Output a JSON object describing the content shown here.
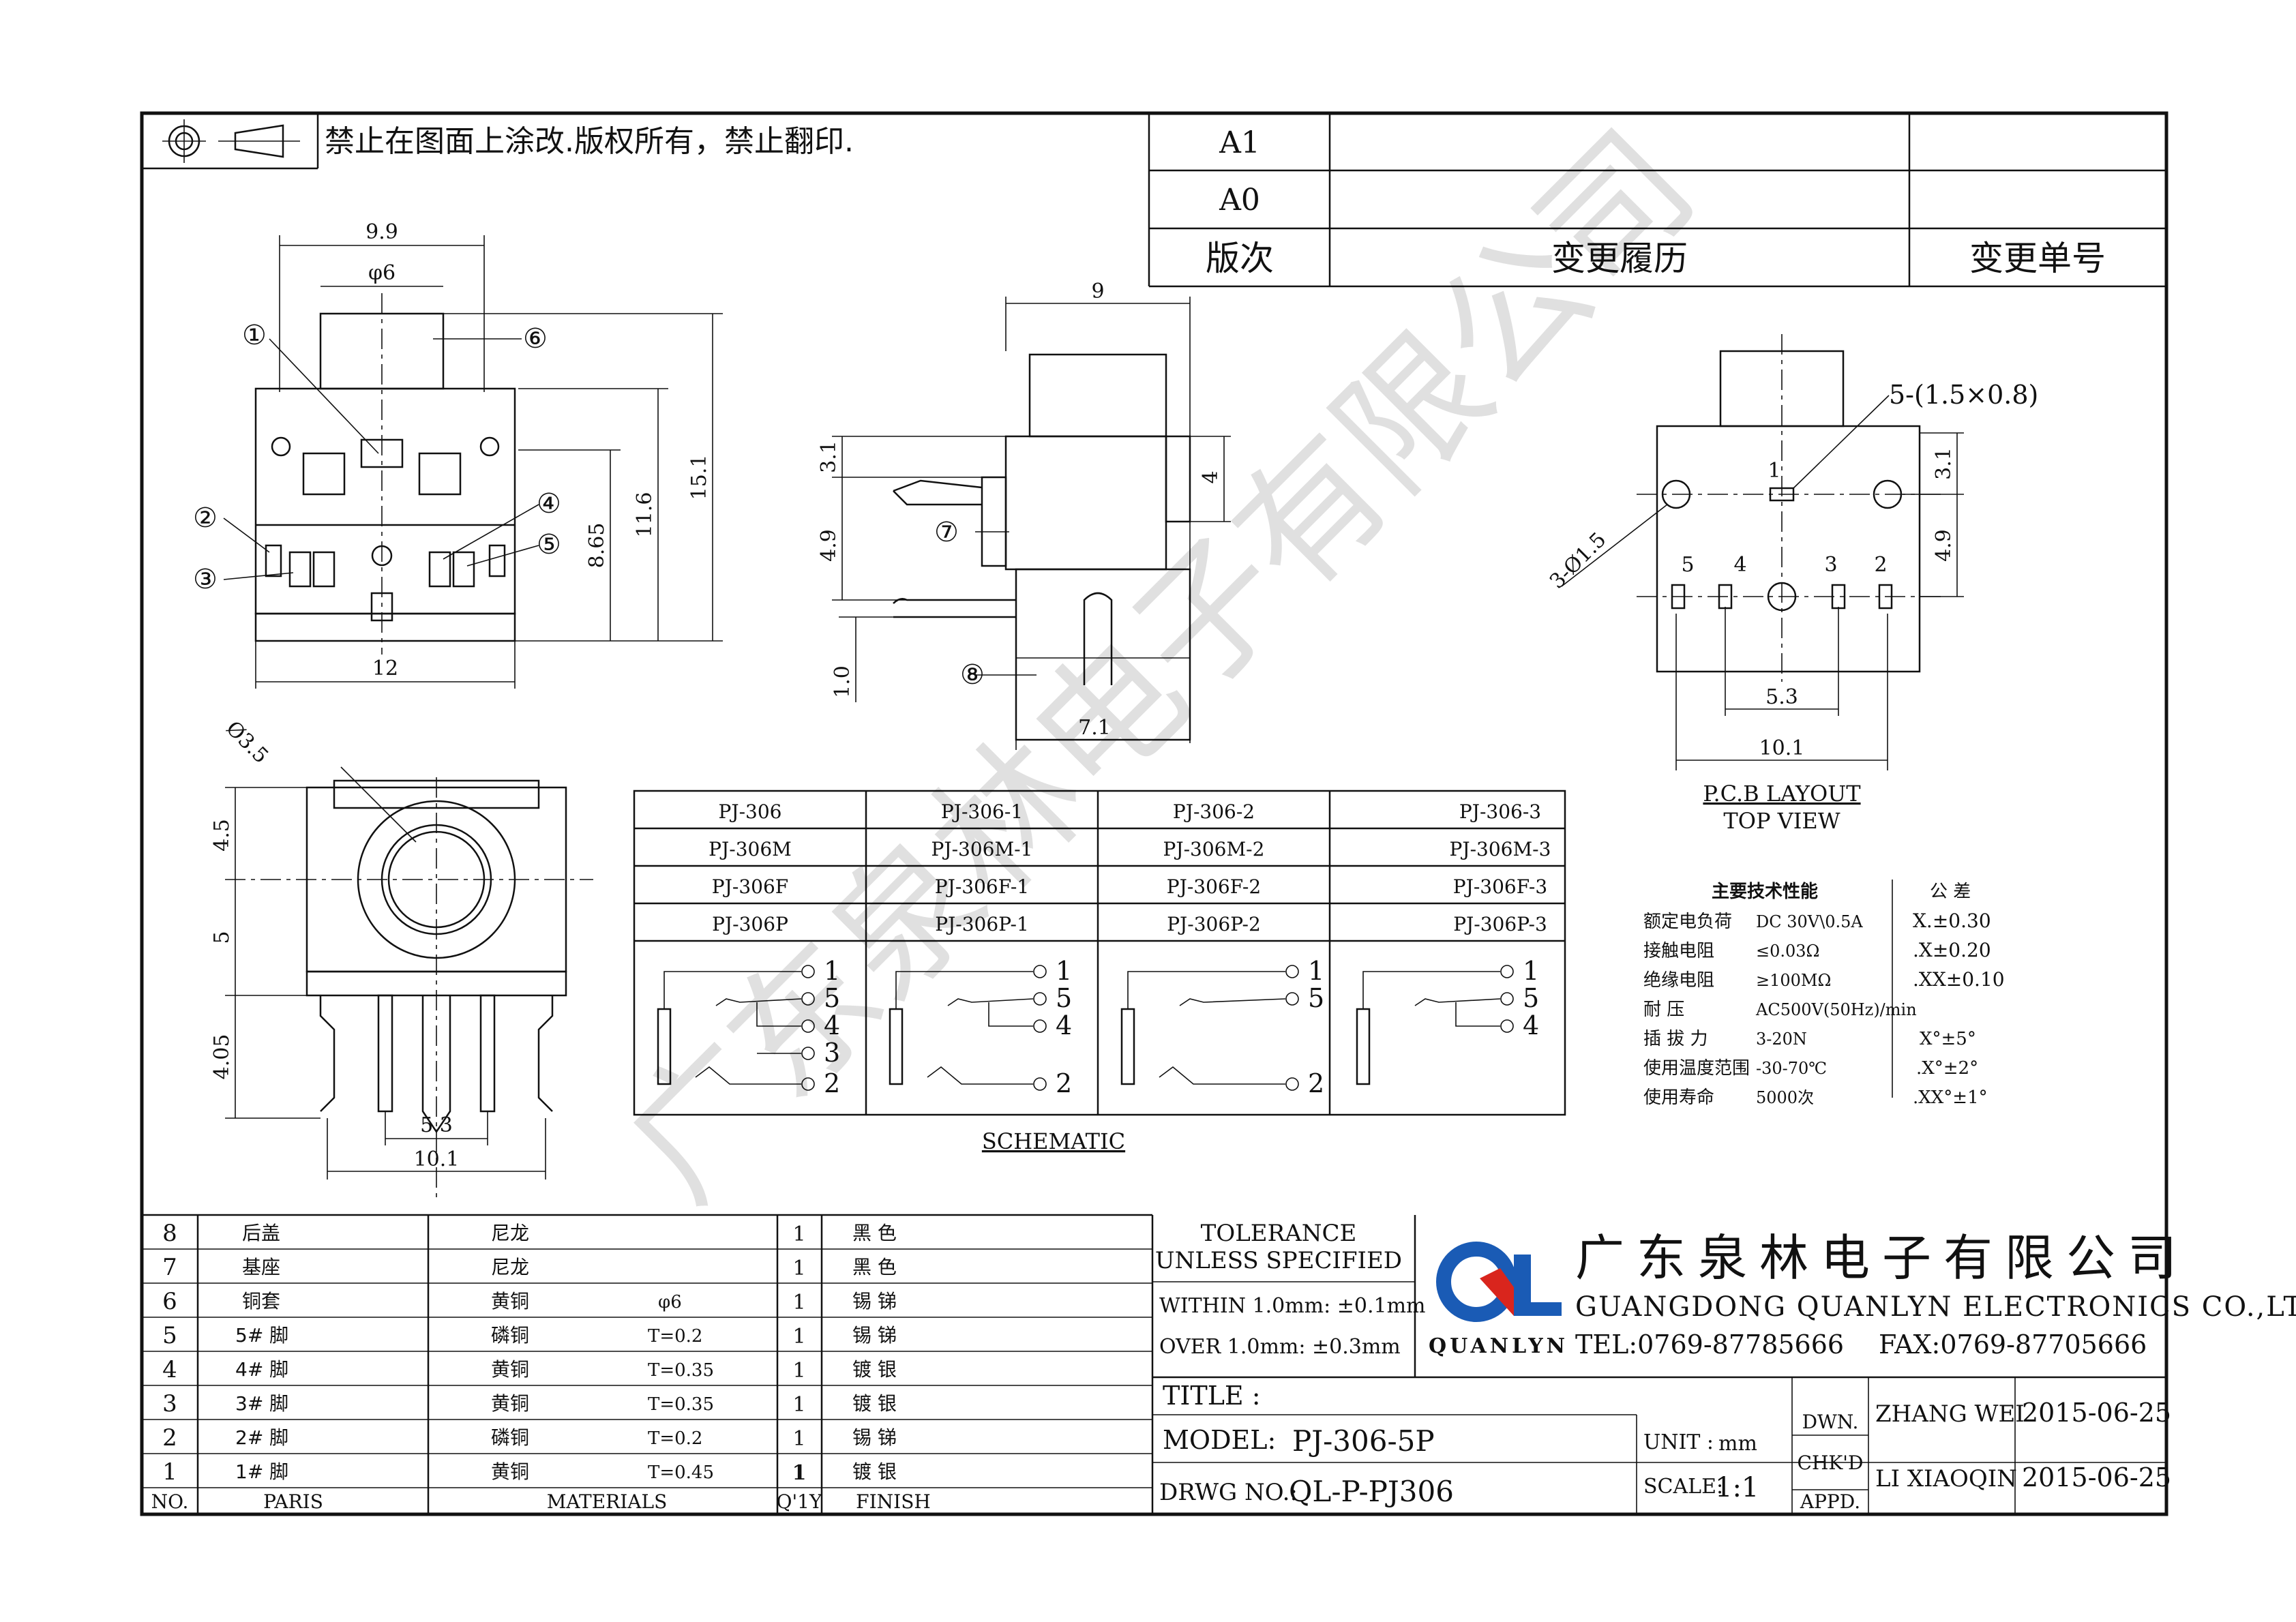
{
  "header_note": "禁止在图面上涂改.版权所有，禁止翻印.",
  "revision_table": {
    "rows": [
      {
        "rev": "A1",
        "history": "",
        "number": ""
      },
      {
        "rev": "A0",
        "history": "",
        "number": ""
      }
    ],
    "header": {
      "rev": "版次",
      "history": "变更履历",
      "number": "变更单号"
    }
  },
  "front_view": {
    "dim_width_top": "9.9",
    "dim_phi6": "φ6",
    "dim_width_bottom": "12",
    "dim_865": "8.65",
    "dim_116": "11.6",
    "dim_151": "15.1",
    "callouts": [
      "①",
      "②",
      "③",
      "④",
      "⑤",
      "⑥"
    ]
  },
  "side_view": {
    "dim_9": "9",
    "dim_31": "3.1",
    "dim_4": "4",
    "dim_49": "4.9",
    "dim_10": "1.0",
    "dim_71": "7.1",
    "callouts": [
      "⑦",
      "⑧"
    ]
  },
  "pcb_layout": {
    "pad_label": "5-(1.5×0.8)",
    "hole_label": "3-Ø1.5",
    "dim_31": "3.1",
    "dim_49": "4.9",
    "dim_53": "5.3",
    "dim_101": "10.1",
    "pin_labels": [
      "5",
      "4",
      "1",
      "3",
      "2"
    ],
    "title": "P.C.B LAYOUT",
    "subtitle": "TOP VIEW"
  },
  "bottom_view": {
    "dim_phi": "Ø3.5",
    "dim_45": "4.5",
    "dim_5": "5",
    "dim_405": "4.05",
    "dim_53": "5.3",
    "dim_101": "10.1"
  },
  "model_table": {
    "rows": [
      [
        "PJ-306",
        "PJ-306-1",
        "PJ-306-2",
        "PJ-306-3"
      ],
      [
        "PJ-306M",
        "PJ-306M-1",
        "PJ-306M-2",
        "PJ-306M-3"
      ],
      [
        "PJ-306F",
        "PJ-306F-1",
        "PJ-306F-2",
        "PJ-306F-3"
      ],
      [
        "PJ-306P",
        "PJ-306P-1",
        "PJ-306P-2",
        "PJ-306P-3"
      ]
    ],
    "schematic_pins": [
      [
        "1",
        "5",
        "4",
        "3",
        "2"
      ],
      [
        "1",
        "5",
        "4",
        "2"
      ],
      [
        "1",
        "5",
        "2"
      ],
      [
        "1",
        "5",
        "4"
      ]
    ],
    "caption": "SCHEMATIC"
  },
  "specs": {
    "heading": "主要技术性能",
    "tol_heading": "公 差",
    "items": [
      {
        "name": "额定电负荷",
        "value": "DC 30V\\0.5A"
      },
      {
        "name": "接触电阻",
        "value": "≤0.03Ω"
      },
      {
        "name": "绝缘电阻",
        "value": "≥100MΩ"
      },
      {
        "name": "耐 压",
        "value": "AC500V(50Hz)/min"
      },
      {
        "name": "插 拔 力",
        "value": "3-20N"
      },
      {
        "name": "使用温度范围",
        "value": "-30-70℃"
      },
      {
        "name": "使用寿命",
        "value": "5000次"
      }
    ],
    "tolerances": [
      "X.±0.30",
      ".X±0.20",
      ".XX±0.10",
      "X°±5°",
      ".X°±2°",
      ".XX°±1°"
    ]
  },
  "parts_list": {
    "rows": [
      {
        "no": "8",
        "part": "后盖",
        "material": "尼龙",
        "spec": "",
        "qty": "1",
        "finish": "黑 色"
      },
      {
        "no": "7",
        "part": "基座",
        "material": "尼龙",
        "spec": "",
        "qty": "1",
        "finish": "黑 色"
      },
      {
        "no": "6",
        "part": "铜套",
        "material": "黄铜",
        "spec": "φ6",
        "qty": "1",
        "finish": "锡 锑"
      },
      {
        "no": "5",
        "part": "5# 脚",
        "material": "磷铜",
        "spec": "T=0.2",
        "qty": "1",
        "finish": "锡 锑"
      },
      {
        "no": "4",
        "part": "4# 脚",
        "material": "黄铜",
        "spec": "T=0.35",
        "qty": "1",
        "finish": "镀 银"
      },
      {
        "no": "3",
        "part": "3# 脚",
        "material": "黄铜",
        "spec": "T=0.35",
        "qty": "1",
        "finish": "镀 银"
      },
      {
        "no": "2",
        "part": "2# 脚",
        "material": "磷铜",
        "spec": "T=0.2",
        "qty": "1",
        "finish": "锡 锑"
      },
      {
        "no": "1",
        "part": "1# 脚",
        "material": "黄铜",
        "spec": "T=0.45",
        "qty": "1",
        "finish": "镀 银"
      }
    ],
    "header": {
      "no": "NO.",
      "part": "PARIS",
      "material": "MATERIALS",
      "qty": "Q'1Y",
      "finish": "FINISH"
    }
  },
  "title_block": {
    "tol_line1": "TOLERANCE",
    "tol_line2": "UNLESS SPECIFIED",
    "tol_within": "WITHIN 1.0mm: ±0.1mm",
    "tol_over": "OVER 1.0mm:  ±0.3mm",
    "company_cn": "广东泉林电子有限公司",
    "company_en": "GUANGDONG QUANLYN ELECTRONICS CO.,LTD.",
    "logo_text": "QUANLYN",
    "tel": "TEL:0769-87785666",
    "fax": "FAX:0769-87705666",
    "title_label": "TITLE :",
    "model_label": "MODEL:",
    "model_value": "PJ-306-5P",
    "unit_label": "UNIT :",
    "unit_value": "mm",
    "drwg_label": "DRWG NO.:",
    "drwg_value": "QL-P-PJ306",
    "scale_label": "SCALE:",
    "scale_value": "1:1",
    "dwn_label": "DWN.",
    "dwn_name": "ZHANG WEI",
    "dwn_date": "2015-06-25",
    "chkd_label": "CHK'D",
    "chkd_name": "LI XIAOQIN",
    "chkd_date": "2015-06-25",
    "appd_label": "APPD."
  },
  "watermark": "广东泉林电子有限公司",
  "colors": {
    "logo_blue": "#1a5bb5",
    "logo_red": "#d9251d",
    "line": "#111111"
  }
}
